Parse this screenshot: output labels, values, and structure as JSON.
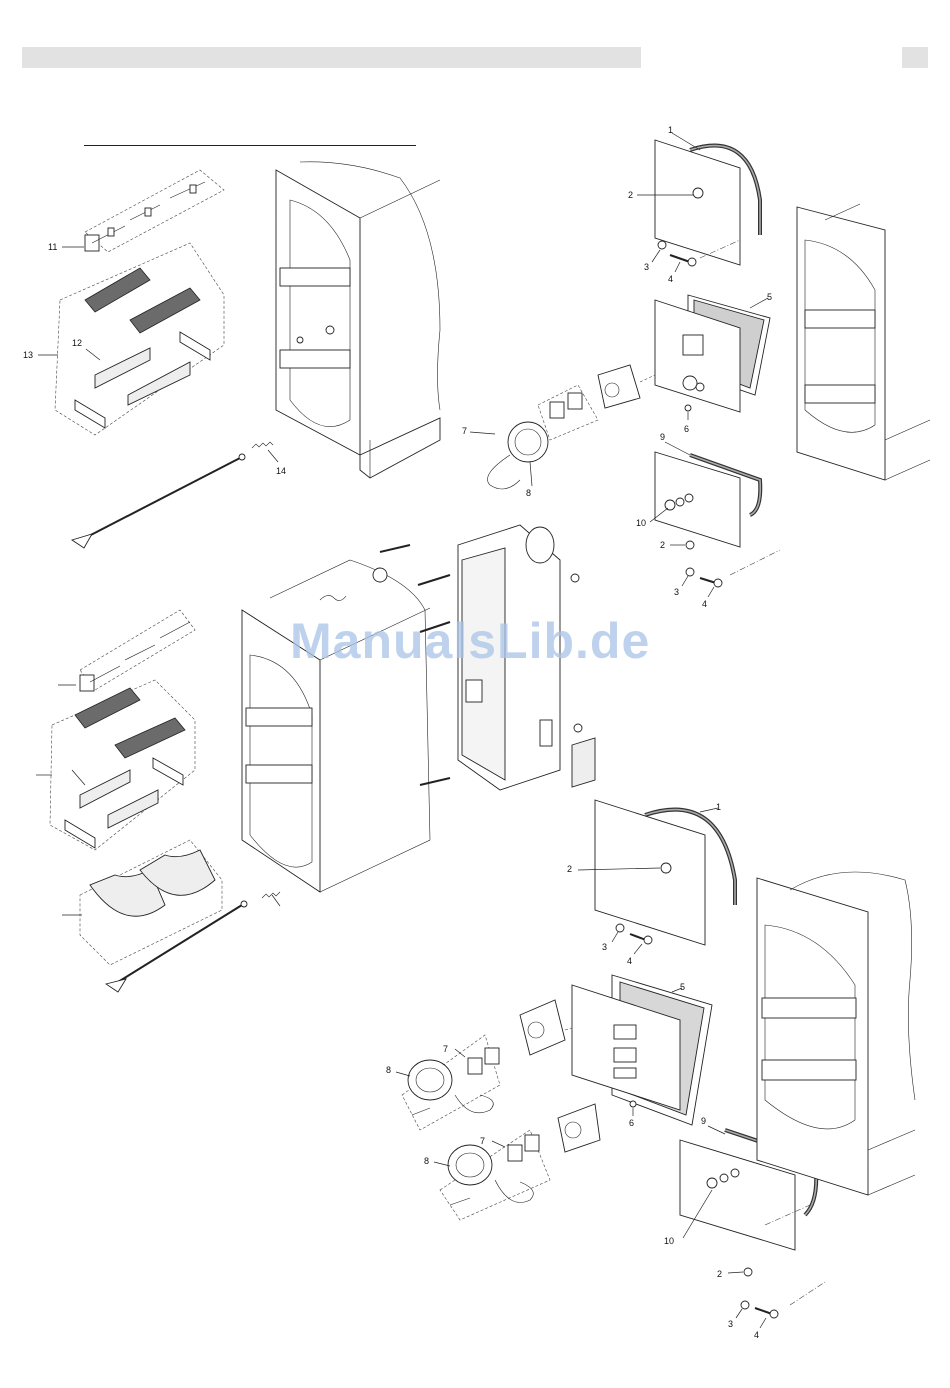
{
  "page": {
    "header_color": "#e2e2e2",
    "watermark": "ManualsLib.de"
  },
  "labels": {
    "top": {
      "l1": "1",
      "l2a": "2",
      "l3a": "3",
      "l4a": "4",
      "l5": "5",
      "l6": "6",
      "l7": "7",
      "l8": "8",
      "l9": "9",
      "l10": "10",
      "l2b": "2",
      "l3b": "3",
      "l4b": "4",
      "l11": "11",
      "l12": "12",
      "l13": "13",
      "l14": "14"
    },
    "bottom": {
      "l1": "1",
      "l2a": "2",
      "l3a": "3",
      "l4a": "4",
      "l5": "5",
      "l6": "6",
      "l7a": "7",
      "l8a": "8",
      "l7b": "7",
      "l8b": "8",
      "l9": "9",
      "l10": "10",
      "l2b": "2",
      "l3b": "3",
      "l4b": "4"
    }
  }
}
